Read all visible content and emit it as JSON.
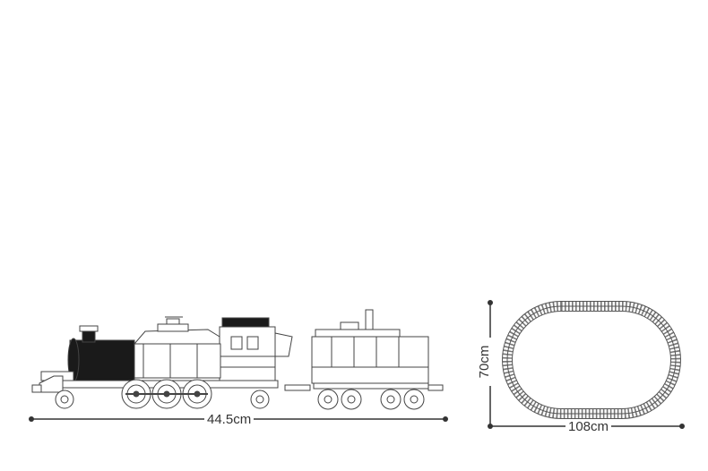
{
  "dimensions": {
    "train_length": "44.5cm",
    "track_width": "108cm",
    "track_height": "70cm"
  },
  "colors": {
    "line": "#333333",
    "train_outline": "#444444",
    "train_fill": "#ffffff",
    "boiler_dark": "#1a1a1a",
    "track_rail": "#555555",
    "track_tie": "#777777"
  }
}
